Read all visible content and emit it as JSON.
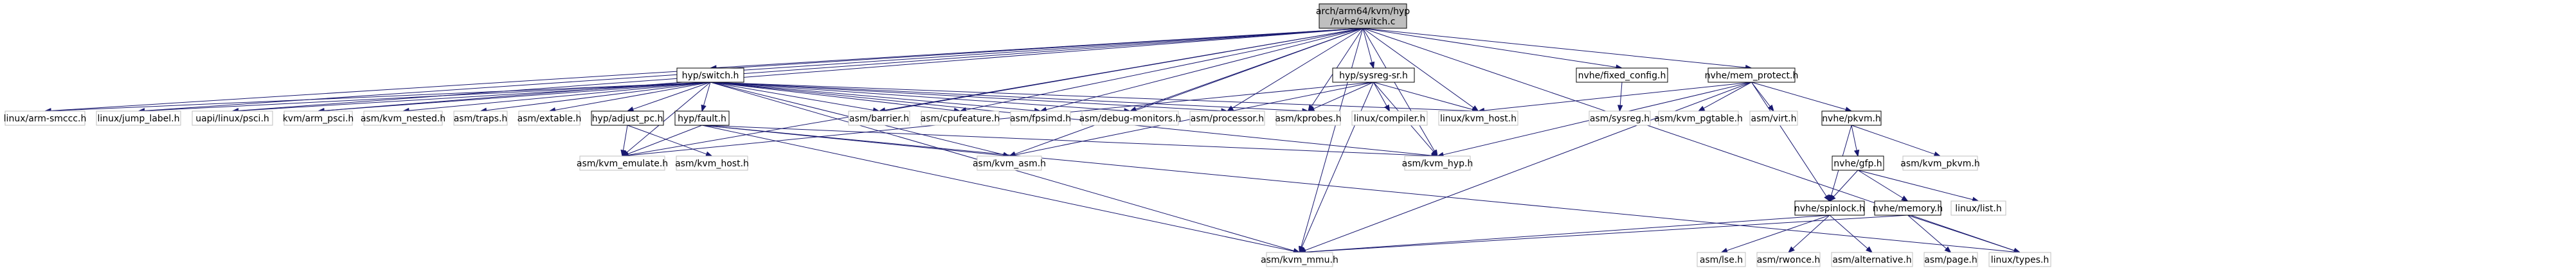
{
  "graph": {
    "colors": {
      "edge": "#191970",
      "root_fill": "#bfbfbf",
      "external_border": "#bfbfbf",
      "internal_border": "#000000"
    },
    "nodes": [
      {
        "id": "root",
        "kind": "root",
        "lines": [
          "arch/arm64/kvm/hyp",
          "/nvhe/switch.c"
        ]
      },
      {
        "id": "hyp_switch_h",
        "kind": "internal",
        "lines": [
          "hyp/switch.h"
        ]
      },
      {
        "id": "hyp_sysreg_sr_h",
        "kind": "internal",
        "lines": [
          "hyp/sysreg-sr.h"
        ]
      },
      {
        "id": "nvhe_fixed_config_h",
        "kind": "internal",
        "lines": [
          "nvhe/fixed_config.h"
        ]
      },
      {
        "id": "nvhe_mem_protect_h",
        "kind": "internal",
        "lines": [
          "nvhe/mem_protect.h"
        ]
      },
      {
        "id": "linux_arm_smccc_h",
        "kind": "external",
        "lines": [
          "linux/arm-smccc.h"
        ]
      },
      {
        "id": "linux_jump_label_h",
        "kind": "external",
        "lines": [
          "linux/jump_label.h"
        ]
      },
      {
        "id": "uapi_linux_psci_h",
        "kind": "external",
        "lines": [
          "uapi/linux/psci.h"
        ]
      },
      {
        "id": "kvm_arm_psci_h",
        "kind": "external",
        "lines": [
          "kvm/arm_psci.h"
        ]
      },
      {
        "id": "asm_kvm_nested_h",
        "kind": "external",
        "lines": [
          "asm/kvm_nested.h"
        ]
      },
      {
        "id": "asm_traps_h",
        "kind": "external",
        "lines": [
          "asm/traps.h"
        ]
      },
      {
        "id": "asm_extable_h",
        "kind": "external",
        "lines": [
          "asm/extable.h"
        ]
      },
      {
        "id": "hyp_adjust_pc_h",
        "kind": "internal",
        "lines": [
          "hyp/adjust_pc.h"
        ]
      },
      {
        "id": "hyp_fault_h",
        "kind": "internal",
        "lines": [
          "hyp/fault.h"
        ]
      },
      {
        "id": "asm_barrier_h",
        "kind": "external",
        "lines": [
          "asm/barrier.h"
        ]
      },
      {
        "id": "asm_cpufeature_h",
        "kind": "external",
        "lines": [
          "asm/cpufeature.h"
        ]
      },
      {
        "id": "asm_fpsimd_h",
        "kind": "external",
        "lines": [
          "asm/fpsimd.h"
        ]
      },
      {
        "id": "asm_debug_monitors_h",
        "kind": "external",
        "lines": [
          "asm/debug-monitors.h"
        ]
      },
      {
        "id": "asm_processor_h",
        "kind": "external",
        "lines": [
          "asm/processor.h"
        ]
      },
      {
        "id": "asm_kprobes_h",
        "kind": "external",
        "lines": [
          "asm/kprobes.h"
        ]
      },
      {
        "id": "linux_compiler_h",
        "kind": "external",
        "lines": [
          "linux/compiler.h"
        ]
      },
      {
        "id": "linux_kvm_host_h",
        "kind": "external",
        "lines": [
          "linux/kvm_host.h"
        ]
      },
      {
        "id": "asm_sysreg_h",
        "kind": "external",
        "lines": [
          "asm/sysreg.h"
        ]
      },
      {
        "id": "asm_kvm_pgtable_h",
        "kind": "external",
        "lines": [
          "asm/kvm_pgtable.h"
        ]
      },
      {
        "id": "asm_virt_h",
        "kind": "external",
        "lines": [
          "asm/virt.h"
        ]
      },
      {
        "id": "nvhe_pkvm_h",
        "kind": "internal",
        "lines": [
          "nvhe/pkvm.h"
        ]
      },
      {
        "id": "asm_kvm_emulate_h",
        "kind": "external",
        "lines": [
          "asm/kvm_emulate.h"
        ]
      },
      {
        "id": "asm_kvm_host_h",
        "kind": "external",
        "lines": [
          "asm/kvm_host.h"
        ]
      },
      {
        "id": "asm_kvm_asm_h",
        "kind": "external",
        "lines": [
          "asm/kvm_asm.h"
        ]
      },
      {
        "id": "asm_kvm_hyp_h",
        "kind": "external",
        "lines": [
          "asm/kvm_hyp.h"
        ]
      },
      {
        "id": "nvhe_gfp_h",
        "kind": "internal",
        "lines": [
          "nvhe/gfp.h"
        ]
      },
      {
        "id": "asm_kvm_pkvm_h",
        "kind": "external",
        "lines": [
          "asm/kvm_pkvm.h"
        ]
      },
      {
        "id": "linux_list_h",
        "kind": "external",
        "lines": [
          "linux/list.h"
        ]
      },
      {
        "id": "nvhe_spinlock_h",
        "kind": "internal",
        "lines": [
          "nvhe/spinlock.h"
        ]
      },
      {
        "id": "nvhe_memory_h",
        "kind": "internal",
        "lines": [
          "nvhe/memory.h"
        ]
      },
      {
        "id": "asm_kvm_mmu_h",
        "kind": "external",
        "lines": [
          "asm/kvm_mmu.h"
        ]
      },
      {
        "id": "asm_lse_h",
        "kind": "external",
        "lines": [
          "asm/lse.h"
        ]
      },
      {
        "id": "asm_rwonce_h",
        "kind": "external",
        "lines": [
          "asm/rwonce.h"
        ]
      },
      {
        "id": "asm_alternative_h",
        "kind": "external",
        "lines": [
          "asm/alternative.h"
        ]
      },
      {
        "id": "asm_page_h",
        "kind": "external",
        "lines": [
          "asm/page.h"
        ]
      },
      {
        "id": "linux_types_h",
        "kind": "external",
        "lines": [
          "linux/types.h"
        ]
      }
    ],
    "edges": [
      [
        "root",
        "hyp_switch_h"
      ],
      [
        "root",
        "hyp_sysreg_sr_h"
      ],
      [
        "root",
        "nvhe_fixed_config_h"
      ],
      [
        "root",
        "nvhe_mem_protect_h"
      ],
      [
        "root",
        "linux_arm_smccc_h"
      ],
      [
        "root",
        "linux_jump_label_h"
      ],
      [
        "root",
        "uapi_linux_psci_h"
      ],
      [
        "root",
        "kvm_arm_psci_h"
      ],
      [
        "root",
        "asm_barrier_h"
      ],
      [
        "root",
        "asm_cpufeature_h"
      ],
      [
        "root",
        "asm_fpsimd_h"
      ],
      [
        "root",
        "asm_debug_monitors_h"
      ],
      [
        "root",
        "asm_processor_h"
      ],
      [
        "root",
        "asm_kprobes_h"
      ],
      [
        "root",
        "linux_kvm_host_h"
      ],
      [
        "root",
        "asm_kvm_emulate_h"
      ],
      [
        "root",
        "asm_kvm_asm_h"
      ],
      [
        "root",
        "asm_kvm_hyp_h"
      ],
      [
        "root",
        "asm_kvm_mmu_h"
      ],
      [
        "root",
        "linux_types_h"
      ],
      [
        "hyp_switch_h",
        "linux_arm_smccc_h"
      ],
      [
        "hyp_switch_h",
        "linux_jump_label_h"
      ],
      [
        "hyp_switch_h",
        "uapi_linux_psci_h"
      ],
      [
        "hyp_switch_h",
        "kvm_arm_psci_h"
      ],
      [
        "hyp_switch_h",
        "asm_kvm_nested_h"
      ],
      [
        "hyp_switch_h",
        "asm_traps_h"
      ],
      [
        "hyp_switch_h",
        "asm_extable_h"
      ],
      [
        "hyp_switch_h",
        "hyp_adjust_pc_h"
      ],
      [
        "hyp_switch_h",
        "hyp_fault_h"
      ],
      [
        "hyp_switch_h",
        "asm_barrier_h"
      ],
      [
        "hyp_switch_h",
        "asm_cpufeature_h"
      ],
      [
        "hyp_switch_h",
        "asm_fpsimd_h"
      ],
      [
        "hyp_switch_h",
        "asm_debug_monitors_h"
      ],
      [
        "hyp_switch_h",
        "asm_processor_h"
      ],
      [
        "hyp_switch_h",
        "asm_kprobes_h"
      ],
      [
        "hyp_switch_h",
        "linux_kvm_host_h"
      ],
      [
        "hyp_switch_h",
        "asm_kvm_emulate_h"
      ],
      [
        "hyp_switch_h",
        "asm_kvm_asm_h"
      ],
      [
        "hyp_switch_h",
        "asm_kvm_hyp_h"
      ],
      [
        "hyp_switch_h",
        "asm_kvm_mmu_h"
      ],
      [
        "hyp_adjust_pc_h",
        "asm_kvm_emulate_h"
      ],
      [
        "hyp_adjust_pc_h",
        "asm_kvm_host_h"
      ],
      [
        "hyp_fault_h",
        "asm_kvm_emulate_h"
      ],
      [
        "hyp_fault_h",
        "asm_kvm_asm_h"
      ],
      [
        "hyp_fault_h",
        "asm_kvm_hyp_h"
      ],
      [
        "hyp_fault_h",
        "asm_kvm_mmu_h"
      ],
      [
        "hyp_sysreg_sr_h",
        "linux_compiler_h"
      ],
      [
        "hyp_sysreg_sr_h",
        "linux_kvm_host_h"
      ],
      [
        "hyp_sysreg_sr_h",
        "asm_kprobes_h"
      ],
      [
        "hyp_sysreg_sr_h",
        "asm_kvm_asm_h"
      ],
      [
        "hyp_sysreg_sr_h",
        "asm_kvm_emulate_h"
      ],
      [
        "hyp_sysreg_sr_h",
        "asm_kvm_hyp_h"
      ],
      [
        "hyp_sysreg_sr_h",
        "asm_kvm_mmu_h"
      ],
      [
        "nvhe_fixed_config_h",
        "asm_sysreg_h"
      ],
      [
        "nvhe_mem_protect_h",
        "linux_kvm_host_h"
      ],
      [
        "nvhe_mem_protect_h",
        "asm_kvm_hyp_h"
      ],
      [
        "nvhe_mem_protect_h",
        "asm_kvm_mmu_h"
      ],
      [
        "nvhe_mem_protect_h",
        "asm_kvm_pgtable_h"
      ],
      [
        "nvhe_mem_protect_h",
        "asm_virt_h"
      ],
      [
        "nvhe_mem_protect_h",
        "nvhe_pkvm_h"
      ],
      [
        "nvhe_mem_protect_h",
        "nvhe_spinlock_h"
      ],
      [
        "nvhe_pkvm_h",
        "asm_kvm_pkvm_h"
      ],
      [
        "nvhe_pkvm_h",
        "nvhe_gfp_h"
      ],
      [
        "nvhe_pkvm_h",
        "nvhe_spinlock_h"
      ],
      [
        "nvhe_gfp_h",
        "linux_list_h"
      ],
      [
        "nvhe_gfp_h",
        "nvhe_memory_h"
      ],
      [
        "nvhe_gfp_h",
        "nvhe_spinlock_h"
      ],
      [
        "nvhe_spinlock_h",
        "asm_lse_h"
      ],
      [
        "nvhe_spinlock_h",
        "asm_rwonce_h"
      ],
      [
        "nvhe_spinlock_h",
        "asm_alternative_h"
      ],
      [
        "nvhe_spinlock_h",
        "asm_kvm_mmu_h"
      ],
      [
        "nvhe_memory_h",
        "asm_kvm_mmu_h"
      ],
      [
        "nvhe_memory_h",
        "asm_page_h"
      ],
      [
        "nvhe_memory_h",
        "linux_types_h"
      ],
      [
        "hyp_fault_h",
        "linux_types_h"
      ]
    ]
  }
}
